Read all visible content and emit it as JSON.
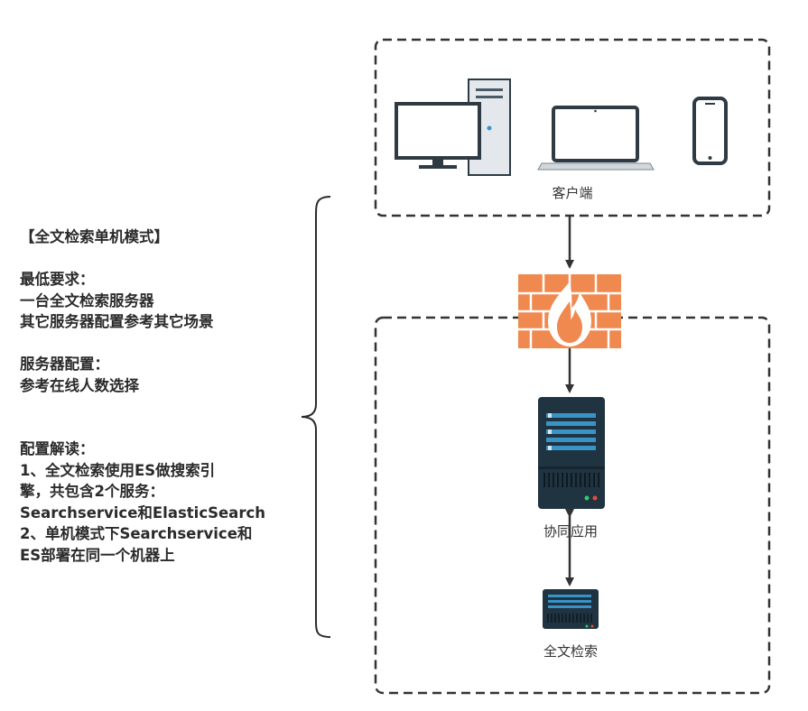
{
  "title": "【全文检索单机模式】",
  "requirements": {
    "heading": "最低要求：",
    "lines": [
      "一台全文检索服务器",
      "其它服务器配置参考其它场景"
    ]
  },
  "server_config": {
    "heading": "服务器配置：",
    "lines": [
      "参考在线人数选择"
    ]
  },
  "interpretation": {
    "heading": "配置解读：",
    "lines": [
      "1、全文检索使用ES做搜索引",
      "擎，共包含2个服务：",
      "Searchservice和ElasticSearch",
      "2、单机模式下Searchservice和",
      "ES部署在同一个机器上"
    ]
  },
  "nodes": {
    "client": {
      "label": "客户端",
      "icons": [
        "desktop-pc-icon",
        "laptop-icon",
        "smartphone-icon"
      ]
    },
    "firewall": {
      "icon": "firewall-icon"
    },
    "app_server": {
      "label": "协同应用",
      "icon": "server-rack-icon"
    },
    "search_server": {
      "label": "全文检索",
      "icon": "server-small-icon"
    }
  },
  "colors": {
    "text": "#2b2b2b",
    "dashed_border": "#333333",
    "firewall": "#f0894f",
    "server_dark": "#1f3340",
    "server_bar": "#3a93c6",
    "arrow": "#333333"
  }
}
